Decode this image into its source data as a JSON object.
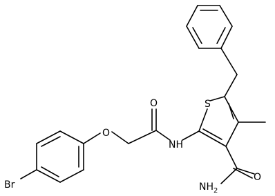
{
  "molecule": {
    "atom_labels": {
      "sulfur": "S",
      "ether_oxygen": "O",
      "carbonyl_oxygen": "O",
      "amide_nh": "NH",
      "carboxamide_nh2": "NH",
      "carboxamide_nh2_subscript": "2",
      "carboxamide_oxygen": "O",
      "bromine": "Br"
    }
  }
}
